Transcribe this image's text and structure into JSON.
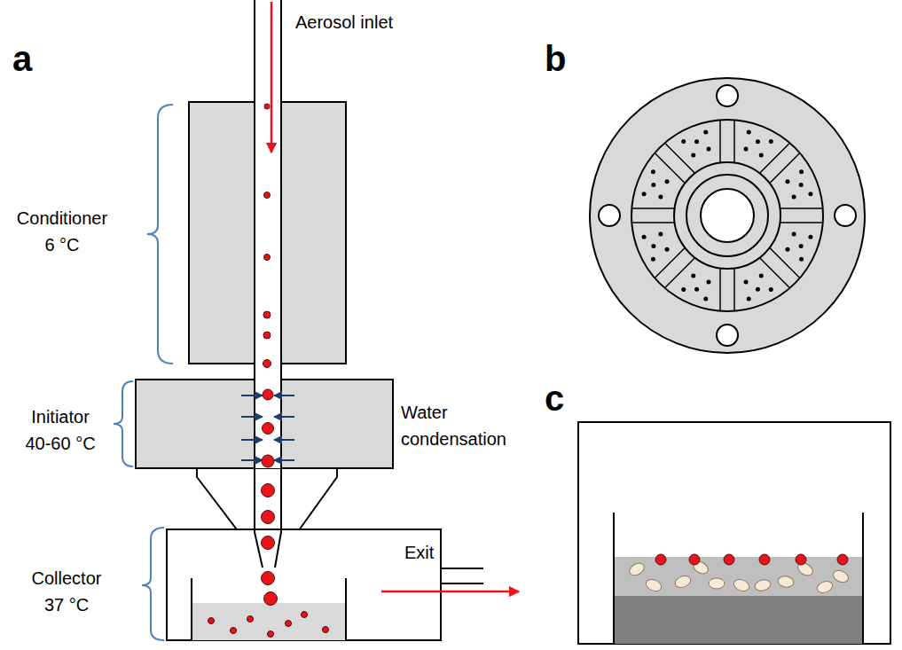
{
  "diagram": {
    "labels": [
      "a",
      "Aerosol inlet",
      "Conditioner 6 °C",
      "Initiator 40-60 °C",
      "Water condensation",
      "Exit",
      "Collector 37 °C",
      "b",
      "c"
    ]
  }
}
